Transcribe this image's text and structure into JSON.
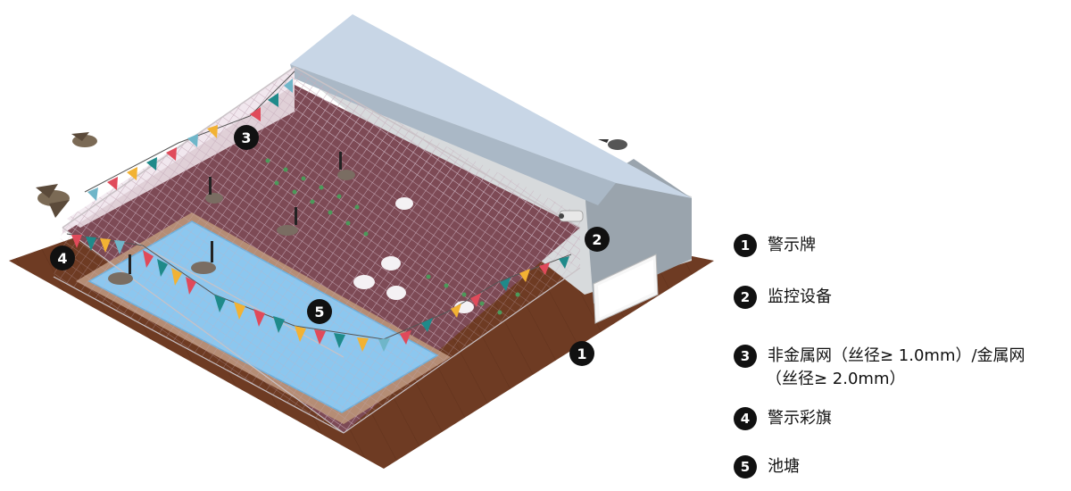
{
  "markers": [
    {
      "num": "1",
      "label": "警示牌"
    },
    {
      "num": "2",
      "label": "监控设备"
    },
    {
      "num": "3",
      "label": "非金属网（丝径≥ 1.0mm）/金属网",
      "label_line2": "（丝径≥ 2.0mm）"
    },
    {
      "num": "4",
      "label": "警示彩旗"
    },
    {
      "num": "5",
      "label": "池塘"
    }
  ],
  "colors": {
    "ground": "#6e3b23",
    "pond_border": "#b58d75",
    "water": "#8cc7ef",
    "roof": "#c8d6e6",
    "wall": "#9aa4ad",
    "net": "#c7aebc",
    "flags": [
      "#1f8a8a",
      "#e04a5a",
      "#f2b233",
      "#6fb6c9"
    ]
  },
  "icons": [
    "bird-icon",
    "duck-icon",
    "goose-icon",
    "camera-icon",
    "sign-board-icon"
  ]
}
